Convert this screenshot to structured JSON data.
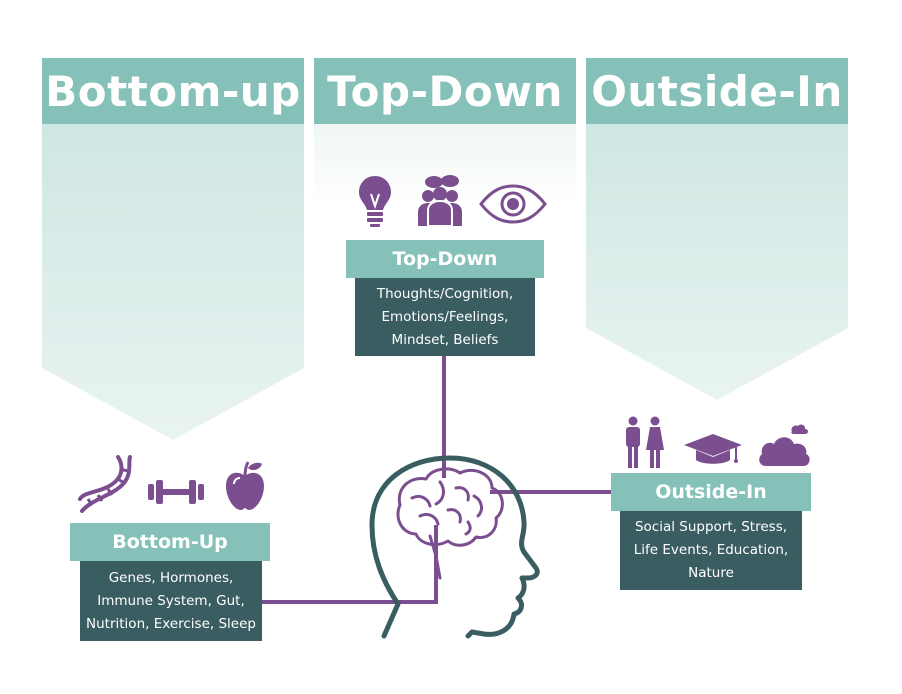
{
  "headers": {
    "bottom_up": "Bottom-up",
    "top_down": "Top-Down",
    "outside_in": "Outside-In"
  },
  "top_down": {
    "label": "Top-Down",
    "lines": [
      "Thoughts/Cognition,",
      "Emotions/Feelings,",
      "Mindset, Beliefs"
    ],
    "icons": [
      "lightbulb-icon",
      "people-talking-icon",
      "eye-icon"
    ]
  },
  "bottom_up": {
    "label": "Bottom-Up",
    "lines": [
      "Genes, Hormones,",
      "Immune System, Gut,",
      "Nutrition, Exercise, Sleep"
    ],
    "icons": [
      "dna-icon",
      "dumbbell-icon",
      "apple-icon"
    ]
  },
  "outside_in": {
    "label": "Outside-In",
    "lines": [
      "Social Support, Stress,",
      "Life Events, Education,",
      "Nature"
    ],
    "icons": [
      "couple-icon",
      "graduation-cap-icon",
      "cloud-icon"
    ]
  },
  "colors": {
    "teal": "#86c1b9",
    "dark_teal": "#3a5d61",
    "purple": "#7b4f8f",
    "head_outline": "#3a5d61"
  }
}
